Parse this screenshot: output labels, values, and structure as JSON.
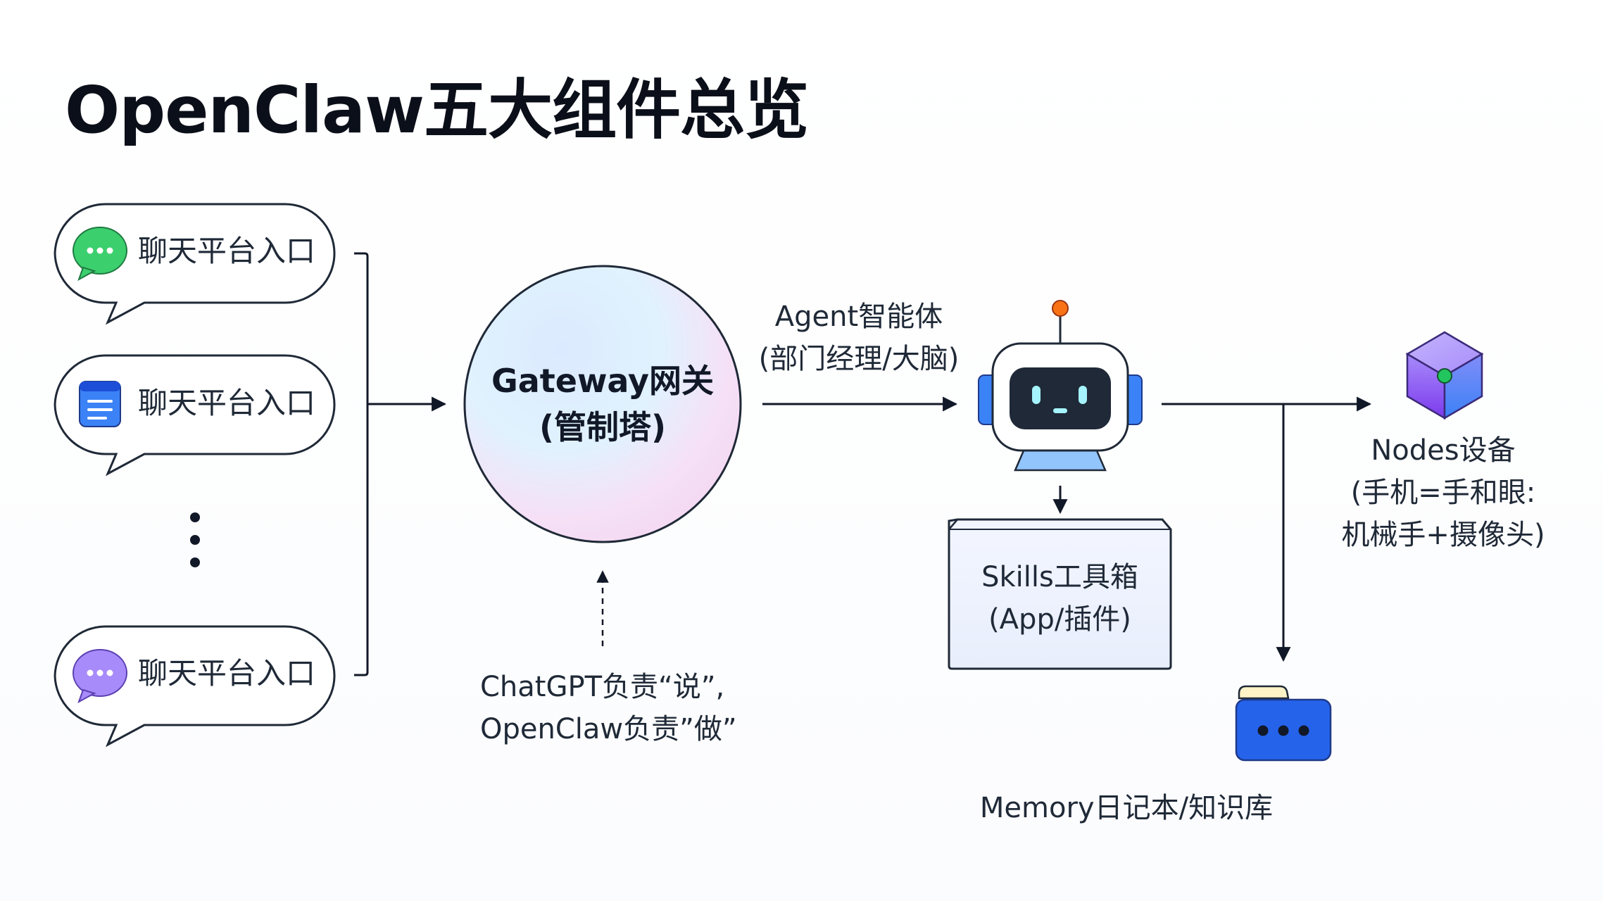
{
  "title": "OpenClaw五大组件总览",
  "channels": [
    {
      "label": "聊天平台入口",
      "icon": "chat-bubble-icon",
      "color": "#3ccf6e"
    },
    {
      "label": "聊天平台入口",
      "icon": "calendar-note-icon",
      "color": "#3b82f6"
    },
    {
      "label": "聊天平台入口",
      "icon": "chat-bubble-icon",
      "color": "#a78bfa"
    }
  ],
  "gateway": {
    "line1": "Gateway网关",
    "line2": "(管制塔)"
  },
  "agent": {
    "line1": "Agent智能体",
    "line2": "(部门经理/大脑)"
  },
  "gateway_note": {
    "line1": "ChatGPT负责“说”,",
    "line2": "OpenClaw负责”做”"
  },
  "skills": {
    "line1": "Skills工具箱",
    "line2": "(App/插件)"
  },
  "nodes": {
    "line1": "Nodes设备",
    "line2": "(手机=手和眼:",
    "line3": "机械手+摄像头)"
  },
  "memory": {
    "label": "Memory日记本/知识库"
  },
  "colors": {
    "line": "#111827",
    "robot_blue": "#2563eb",
    "antenna": "#f97316",
    "cube_purple": "#8b5cf6",
    "cube_green": "#22c55e",
    "folder_blue": "#2563eb"
  }
}
